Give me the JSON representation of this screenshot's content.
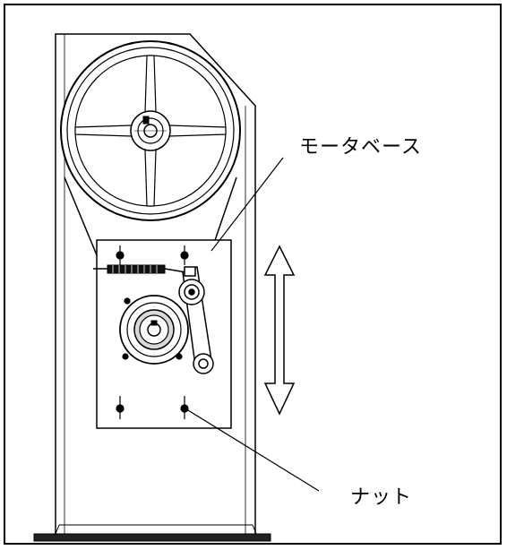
{
  "labels": {
    "motor_base": "モータベース",
    "nut": "ナット"
  },
  "colors": {
    "line": "#000000",
    "background": "#ffffff",
    "part_fill": "#e8e8e8",
    "spring": "#111111"
  },
  "icons": {
    "adjust_direction": "double-headed-vertical-arrow"
  }
}
